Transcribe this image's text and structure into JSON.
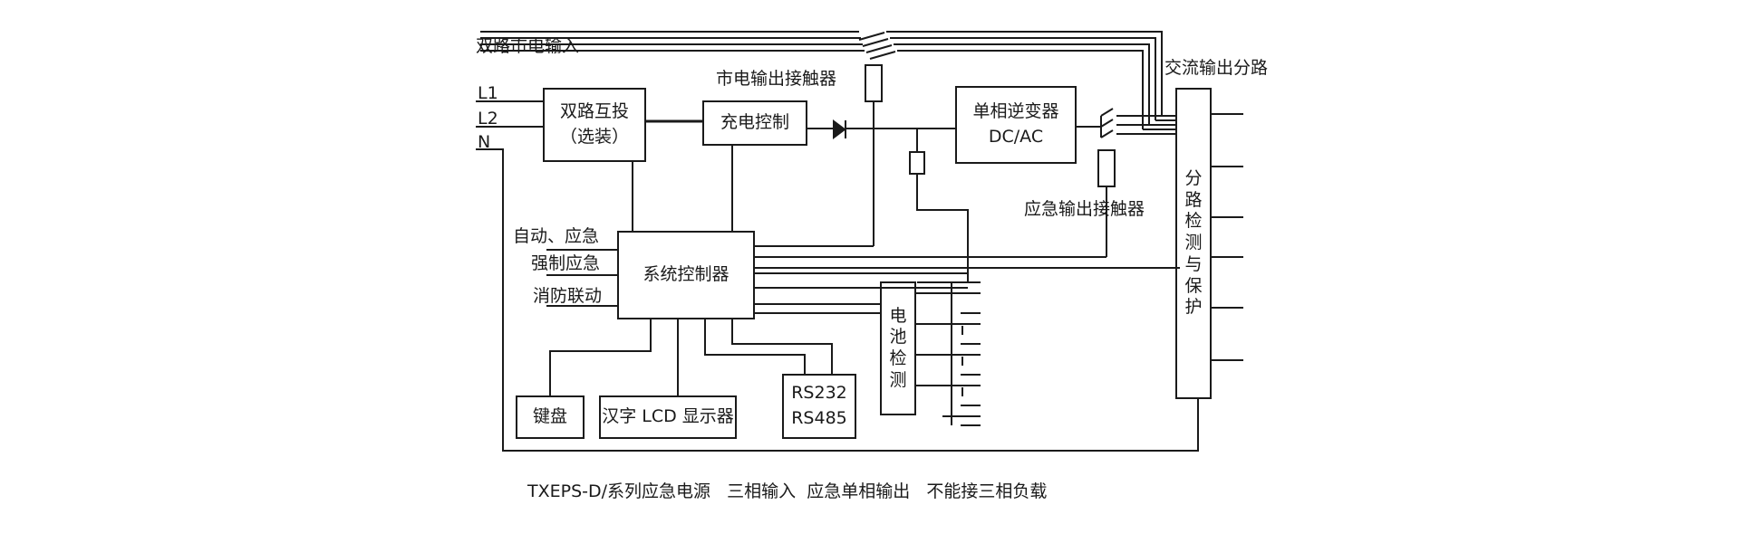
{
  "inputs": {
    "dual_mains": "双路市电输入",
    "l1": "L1",
    "l2": "L2",
    "n": "N"
  },
  "blocks": {
    "transfer_switch": [
      "双路互投",
      "（选装）"
    ],
    "charge_control": "充电控制",
    "inverter": [
      "单相逆变器",
      "DC/AC"
    ],
    "system_controller": "系统控制器",
    "keyboard": "键盘",
    "lcd_display": "汉字 LCD 显示器",
    "comm_ports": [
      "RS232",
      "RS485"
    ],
    "battery_detect": [
      "电",
      "池",
      "检",
      "测"
    ],
    "branch_protect": [
      "分",
      "路",
      "检",
      "测",
      "与",
      "保",
      "护"
    ]
  },
  "labels": {
    "mains_contactor": "市电输出接触器",
    "emergency_contactor": "应急输出接触器",
    "ac_branches": "交流输出分路",
    "auto_emergency": "自动、应急",
    "forced_emergency": "强制应急",
    "fire_linkage": "消防联动"
  },
  "caption": "TXEPS-D/系列应急电源   三相输入  应急单相输出   不能接三相负载"
}
